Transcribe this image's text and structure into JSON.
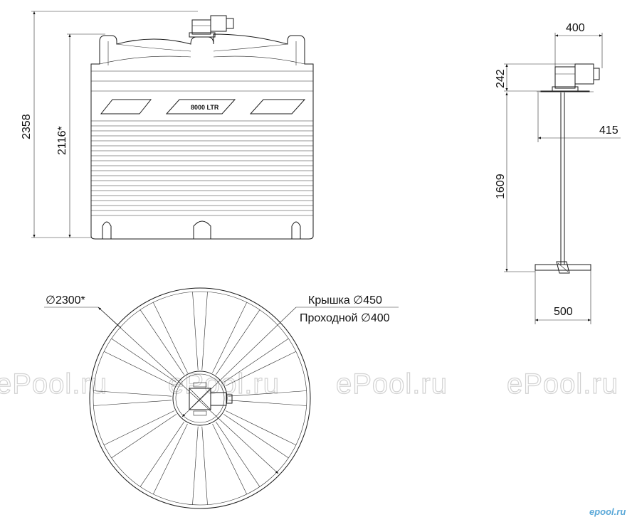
{
  "front_view": {
    "tank_label": "8000 LTR",
    "total_height": "2358",
    "tank_height": "2116*"
  },
  "side_view": {
    "motor_width": "400",
    "motor_height": "242",
    "shaft_height": "1609",
    "blade_offset": "415",
    "impeller_diameter": "500"
  },
  "top_view": {
    "diameter_label": "∅2300*",
    "lid_label": "Крышка ∅450",
    "passage_label": "Проходной ∅400"
  },
  "watermark": "ePool.ru",
  "brand": "epool.ru",
  "colors": {
    "line": "#1a1a1a",
    "watermark": "#d2d2d2",
    "brand": "#5aa8d8"
  }
}
